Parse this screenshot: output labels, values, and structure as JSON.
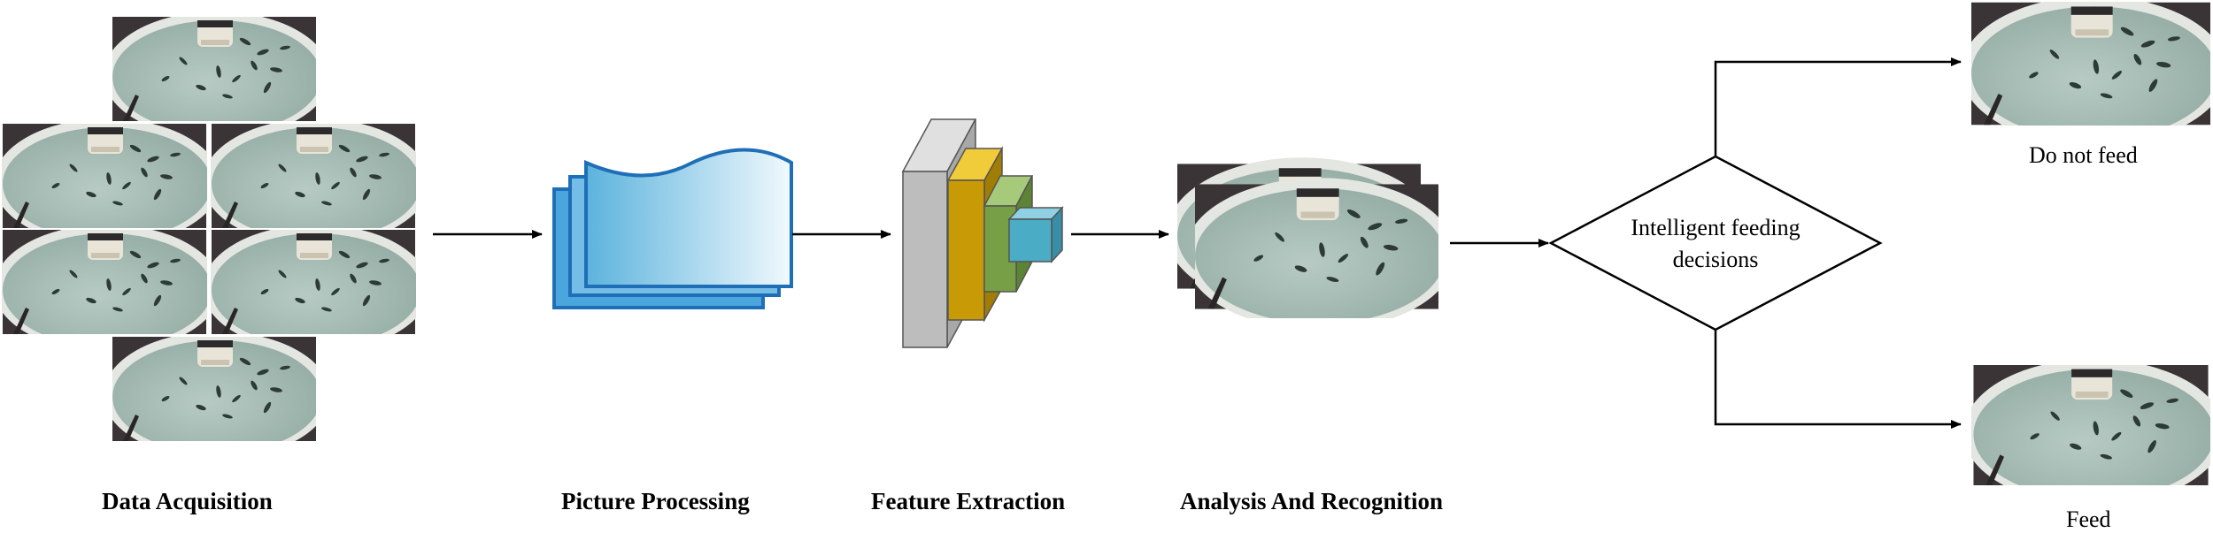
{
  "stages": {
    "data_acquisition": "Data Acquisition",
    "picture_processing": "Picture Processing",
    "feature_extraction": "Feature Extraction",
    "analysis_recognition": "Analysis And Recognition"
  },
  "decision": {
    "line1": "Intelligent feeding",
    "line2": "decisions"
  },
  "outcomes": {
    "do_not_feed": "Do not feed",
    "feed": "Feed"
  },
  "colors": {
    "tank_water": "#a9bfb8",
    "tank_rim": "#e4e6e2",
    "tank_dark": "#3a3436",
    "wave_fill_dark": "#5cb3dd",
    "wave_fill_light": "#f1f9fd",
    "wave_stroke": "#1f6fb8",
    "block_gray": "#bdbdbd",
    "block_gold": "#c89b06",
    "block_green": "#77a046",
    "block_cyan": "#4bacc6"
  },
  "icons": {
    "tank_photo": "fish-tank-photo-icon",
    "processing": "picture-processing-icon",
    "cnn": "cnn-layers-icon"
  }
}
